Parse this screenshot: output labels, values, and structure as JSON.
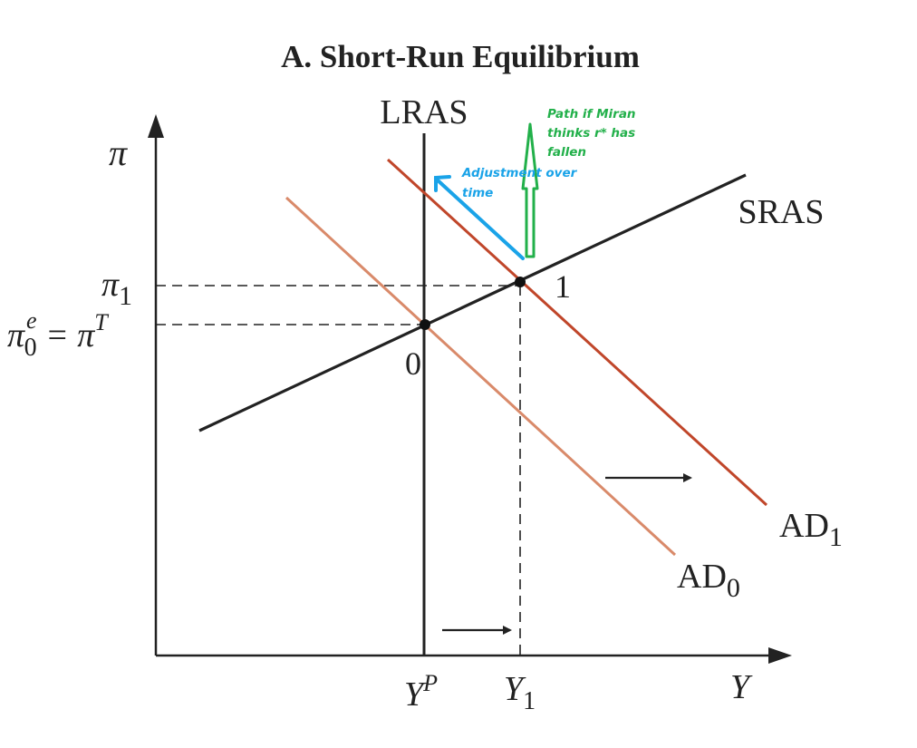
{
  "title": "A. Short-Run Equilibrium",
  "curves": {
    "lras": "LRAS",
    "sras": "SRAS",
    "ad0": {
      "base": "AD",
      "sub": "0"
    },
    "ad1": {
      "base": "AD",
      "sub": "1"
    }
  },
  "axes": {
    "y_label": "π",
    "x_label": "Y",
    "y_ticks": {
      "pi1": {
        "base": "π",
        "sub": "1"
      },
      "pi0": {
        "base": "π",
        "sup": "e",
        "sub": "0",
        "eq": " = π",
        "sup2": "T"
      }
    },
    "x_ticks": {
      "yp": {
        "base": "Y",
        "sup": "P"
      },
      "y1": {
        "base": "Y",
        "sub": "1"
      }
    }
  },
  "points": {
    "p0": "0",
    "p1": "1"
  },
  "annotations": {
    "adjustment": [
      "Adjustment over",
      "time"
    ],
    "miran": [
      "Path if Miran",
      "thinks r* has",
      "fallen"
    ]
  },
  "colors": {
    "ad0": "#d98a6a",
    "ad1": "#c0462a",
    "blue": "#1aa3e8",
    "green": "#22b04a"
  }
}
